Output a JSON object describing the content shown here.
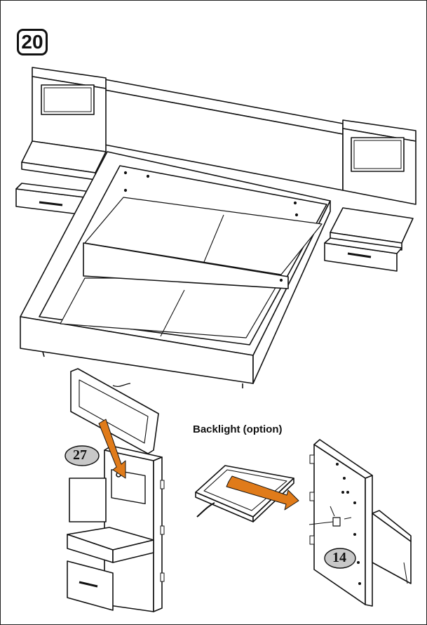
{
  "step": {
    "number": "20"
  },
  "labels": {
    "part_27": "27",
    "part_14": "14",
    "backlight": "Backlight (option)"
  },
  "colors": {
    "arrow": "#E07B1A",
    "callout_fill": "#C8C8C8",
    "line": "#111111"
  }
}
